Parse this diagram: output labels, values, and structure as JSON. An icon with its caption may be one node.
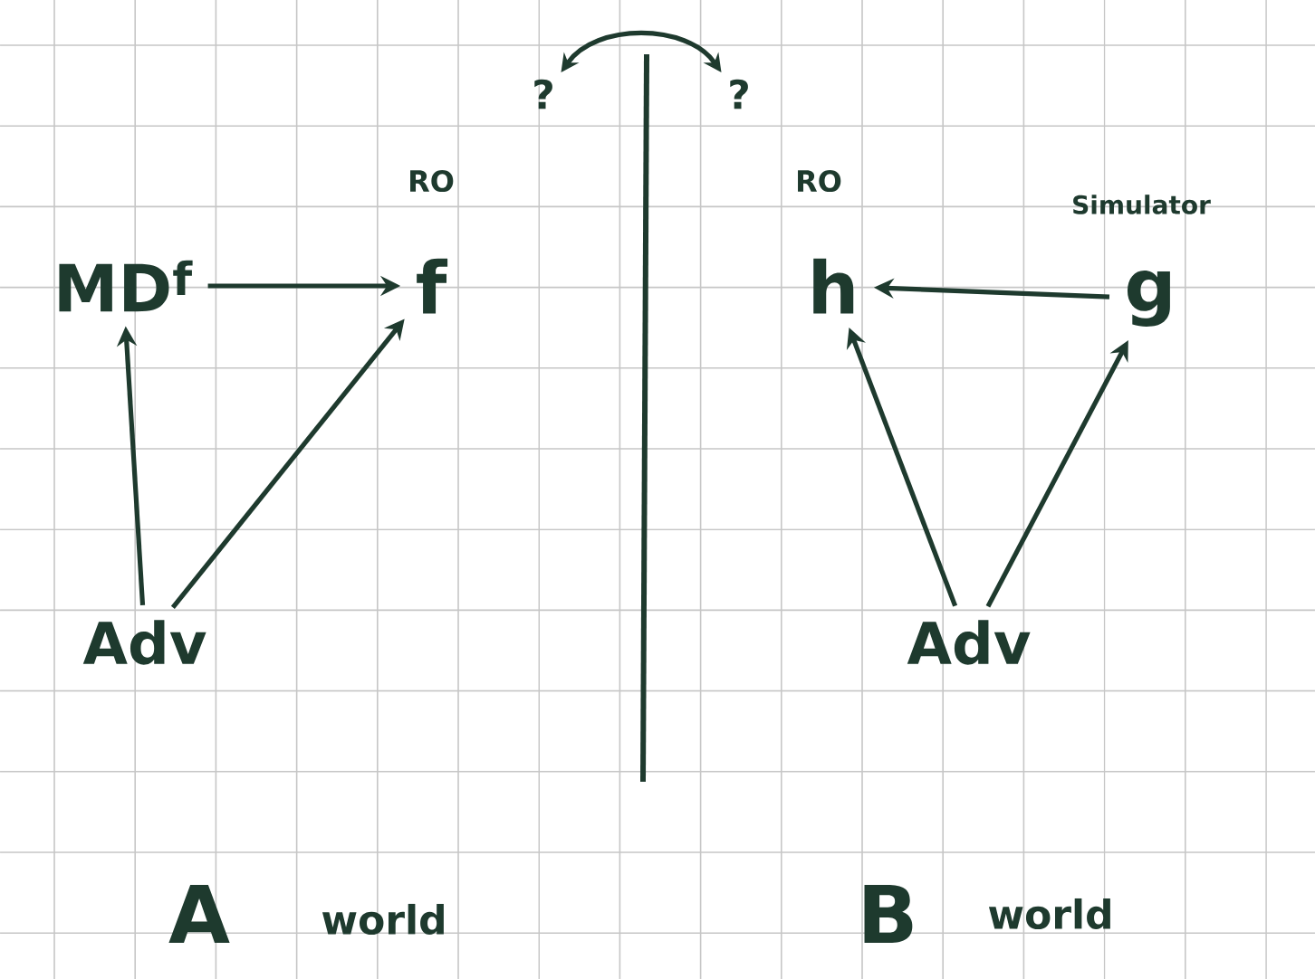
{
  "diagram": {
    "nodes": [
      {
        "text": [
          "?"
        ]
      },
      {
        "text": [
          "?"
        ]
      },
      {
        "text": [
          "MD$^{f}$"
        ]
      },
      {
        "text": [
          "f"
        ],
        "beside": [
          "RO"
        ]
      },
      {
        "text": [
          "h"
        ],
        "beside": [
          "RO"
        ]
      },
      {
        "text": [
          "g"
        ],
        "beside": [
          "Simulator"
        ]
      },
      {
        "text": [
          "Adv"
        ]
      },
      {
        "text": [
          "Adv"
        ]
      }
    ],
    "edges": [
      {
        "from": 0,
        "to": 1,
        "arrow": "both"
      },
      {
        "from": 2,
        "to": 3,
        "arrow": "to"
      },
      {
        "from": 6,
        "to": 2,
        "arrow": "to"
      },
      {
        "from": 6,
        "to": 3,
        "arrow": "to"
      },
      {
        "from": 5,
        "to": 4,
        "arrow": "to"
      },
      {
        "from": 7,
        "to": 4,
        "arrow": "to"
      },
      {
        "from": 7,
        "to": 5,
        "arrow": "to"
      }
    ],
    "labels": [
      "A",
      "world",
      "B",
      "world"
    ]
  }
}
